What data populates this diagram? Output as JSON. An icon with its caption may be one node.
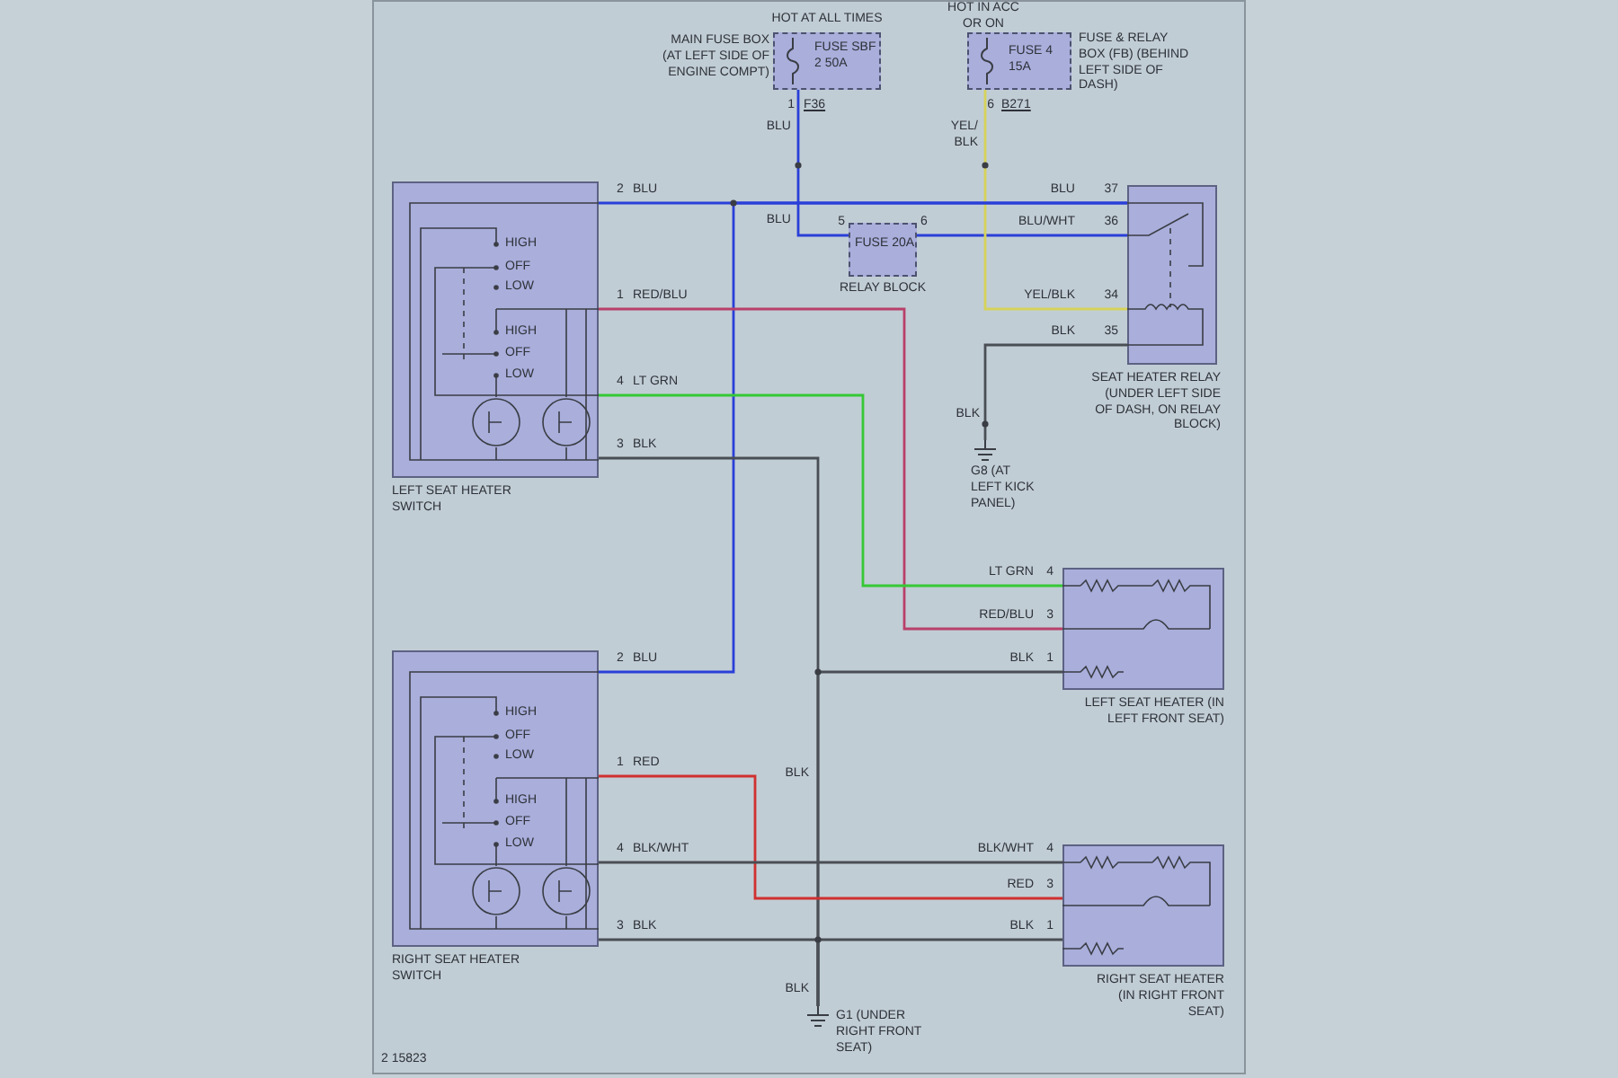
{
  "diagram": {
    "nodes": [
      {
        "text": [
          "FUSE SBF 2 50A"
        ],
        "beside": [
          "HOT AT ALL TIMES",
          "MAIN FUSE BOX (AT LEFT SIDE OF ENGINE COMPT)"
        ]
      },
      {
        "text": [
          "FUSE 4 15A"
        ],
        "beside": [
          "HOT IN ACC OR ON",
          "FUSE & RELAY BOX (FB) (BEHIND LEFT SIDE OF DASH)"
        ]
      },
      {
        "text": [
          "FUSE 20A"
        ],
        "beside": [
          "RELAY BLOCK"
        ]
      },
      {
        "text": [
          "HIGH",
          "OFF",
          "LOW",
          "HIGH",
          "OFF",
          "LOW"
        ],
        "beside": [
          "LEFT SEAT HEATER SWITCH"
        ]
      },
      {
        "text": [],
        "shape": "box",
        "beside": [
          "SEAT HEATER RELAY (UNDER LEFT SIDE OF DASH, ON RELAY BLOCK)"
        ]
      },
      {
        "text": [
          "G8 (AT LEFT KICK PANEL)"
        ]
      },
      {
        "text": [],
        "shape": "box",
        "beside": [
          "LEFT SEAT HEATER (IN LEFT FRONT SEAT)"
        ]
      },
      {
        "text": [
          "HIGH",
          "OFF",
          "LOW",
          "HIGH",
          "OFF",
          "LOW"
        ],
        "beside": [
          "RIGHT SEAT HEATER SWITCH"
        ]
      },
      {
        "text": [],
        "shape": "box",
        "beside": [
          "RIGHT SEAT HEATER (IN RIGHT FRONT SEAT)"
        ]
      },
      {
        "text": [
          "G1 (UNDER RIGHT FRONT SEAT)"
        ]
      }
    ],
    "edges": [
      {
        "from": 0,
        "to": 2,
        "arrow": "none",
        "color": "#2a3fd8"
      },
      {
        "from": 2,
        "to": 4,
        "arrow": "none",
        "color": "#2a3fd8"
      },
      {
        "from": 1,
        "to": 4,
        "arrow": "none",
        "color": "#d6d35a"
      },
      {
        "from": 4,
        "to": 3,
        "arrow": "none",
        "color": "#2a3fd8"
      },
      {
        "from": 4,
        "to": 7,
        "arrow": "none",
        "color": "#2a3fd8"
      },
      {
        "from": 4,
        "to": 5,
        "arrow": "none"
      },
      {
        "from": 3,
        "to": 6,
        "arrow": "none",
        "color": "#b8406a"
      },
      {
        "from": 3,
        "to": 6,
        "arrow": "none",
        "color": "#35c835"
      },
      {
        "from": 3,
        "to": 9,
        "arrow": "none"
      },
      {
        "from": 6,
        "to": 9,
        "arrow": "none"
      },
      {
        "from": 7,
        "to": 9,
        "arrow": "none"
      },
      {
        "from": 8,
        "to": 9,
        "arrow": "none"
      },
      {
        "from": 7,
        "to": 8,
        "arrow": "none",
        "color": "#d03030"
      },
      {
        "from": 7,
        "to": 8,
        "arrow": "none"
      }
    ],
    "labels": [
      "1",
      "F36",
      "6",
      "B271",
      "BLU",
      "YEL/ BLK",
      "2",
      "BLU",
      "BLU",
      "37",
      "BLU",
      "5",
      "6",
      "BLU/WHT",
      "36",
      "1",
      "RED/BLU",
      "YEL/BLK",
      "34",
      "BLK",
      "35",
      "4",
      "LT GRN",
      "3",
      "BLK",
      "BLK",
      "LT GRN",
      "4",
      "RED/BLU",
      "3",
      "2",
      "BLU",
      "BLK",
      "1",
      "1",
      "RED",
      "BLK",
      "4",
      "BLK/WHT",
      "BLK/WHT",
      "4",
      "RED",
      "3",
      "3",
      "BLK",
      "BLK",
      "1",
      "BLK",
      "2 15823"
    ]
  }
}
